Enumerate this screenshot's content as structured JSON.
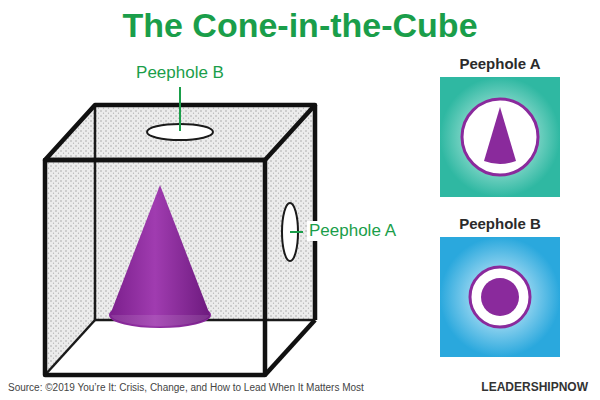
{
  "diagram": {
    "title": "The Cone-in-the-Cube",
    "caption": "Source: ©2019 You’re It: Crisis, Change, and How to Lead When It Matters Most",
    "nodes": [
      {
        "text": [
          "Peephole A"
        ]
      },
      {
        "text": [
          "Peephole B"
        ]
      }
    ],
    "labels": [
      "Peephole B",
      "Peephole A",
      "LEADERSHIPNOW"
    ]
  }
}
